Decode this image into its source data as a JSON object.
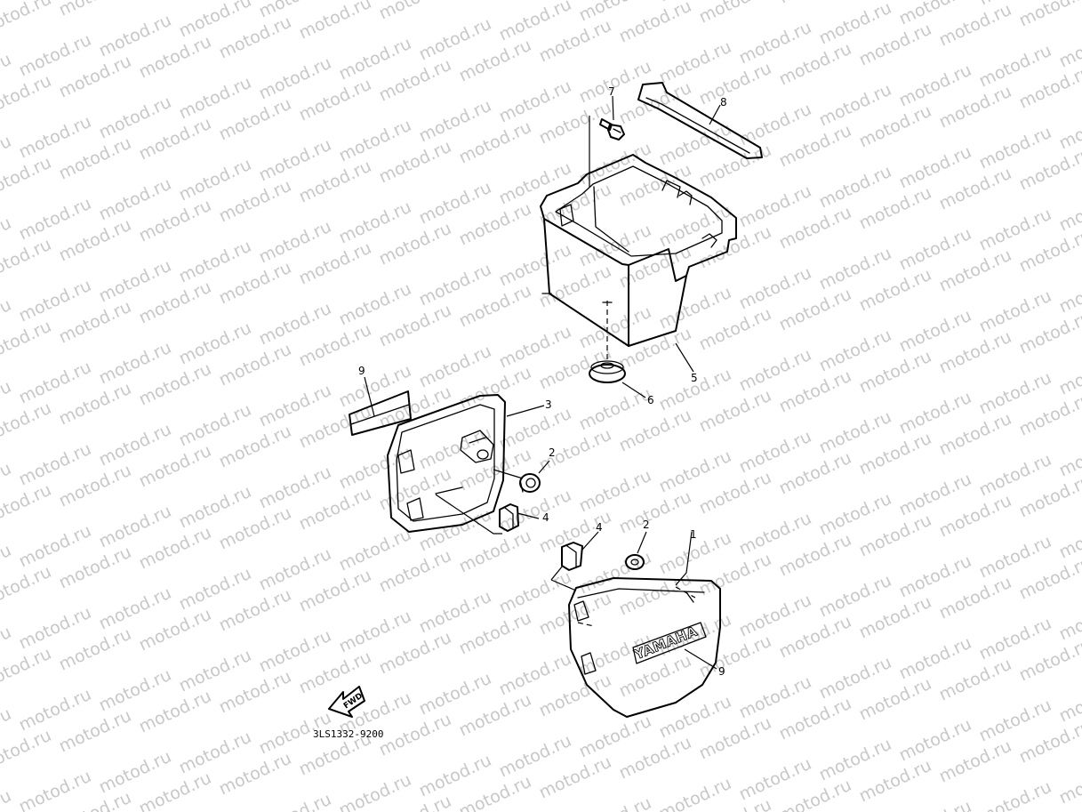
{
  "watermark": {
    "text": "motod.ru",
    "color": "#c8c8c8"
  },
  "diagram_code": "3LS1332-9200",
  "forward_arrow_label": "FWD",
  "badge_text": "YAMAHA",
  "callouts": [
    {
      "id": "c7a",
      "label": "7",
      "part": "bolt"
    },
    {
      "id": "c8",
      "label": "8",
      "part": "battery-band"
    },
    {
      "id": "c5",
      "label": "5",
      "part": "battery-box"
    },
    {
      "id": "c6",
      "label": "6",
      "part": "damper"
    },
    {
      "id": "c9a",
      "label": "9",
      "part": "emblem"
    },
    {
      "id": "c3",
      "label": "3",
      "part": "side-cover-left"
    },
    {
      "id": "c2a",
      "label": "2",
      "part": "grommet"
    },
    {
      "id": "c4a",
      "label": "4",
      "part": "clip"
    },
    {
      "id": "c4b",
      "label": "4",
      "part": "clip"
    },
    {
      "id": "c2b",
      "label": "2",
      "part": "grommet"
    },
    {
      "id": "c1",
      "label": "1",
      "part": "side-cover-right"
    },
    {
      "id": "c9b",
      "label": "9",
      "part": "emblem"
    }
  ]
}
